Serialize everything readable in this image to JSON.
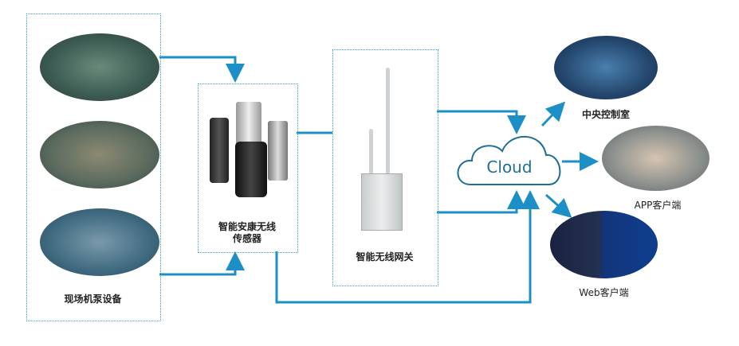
{
  "equipment": {
    "label": "现场机泵设备"
  },
  "sensor": {
    "label_line1": "智能安康无线",
    "label_line2": "传感器"
  },
  "gateway": {
    "label": "智能无线网关"
  },
  "cloud": {
    "label": "Cloud"
  },
  "clients": [
    {
      "label": "中央控制室"
    },
    {
      "label": "APP客户端"
    },
    {
      "label": "Web客户端"
    }
  ],
  "colors": {
    "line": "#1c8fc6",
    "cloud": "#1e6f96"
  }
}
